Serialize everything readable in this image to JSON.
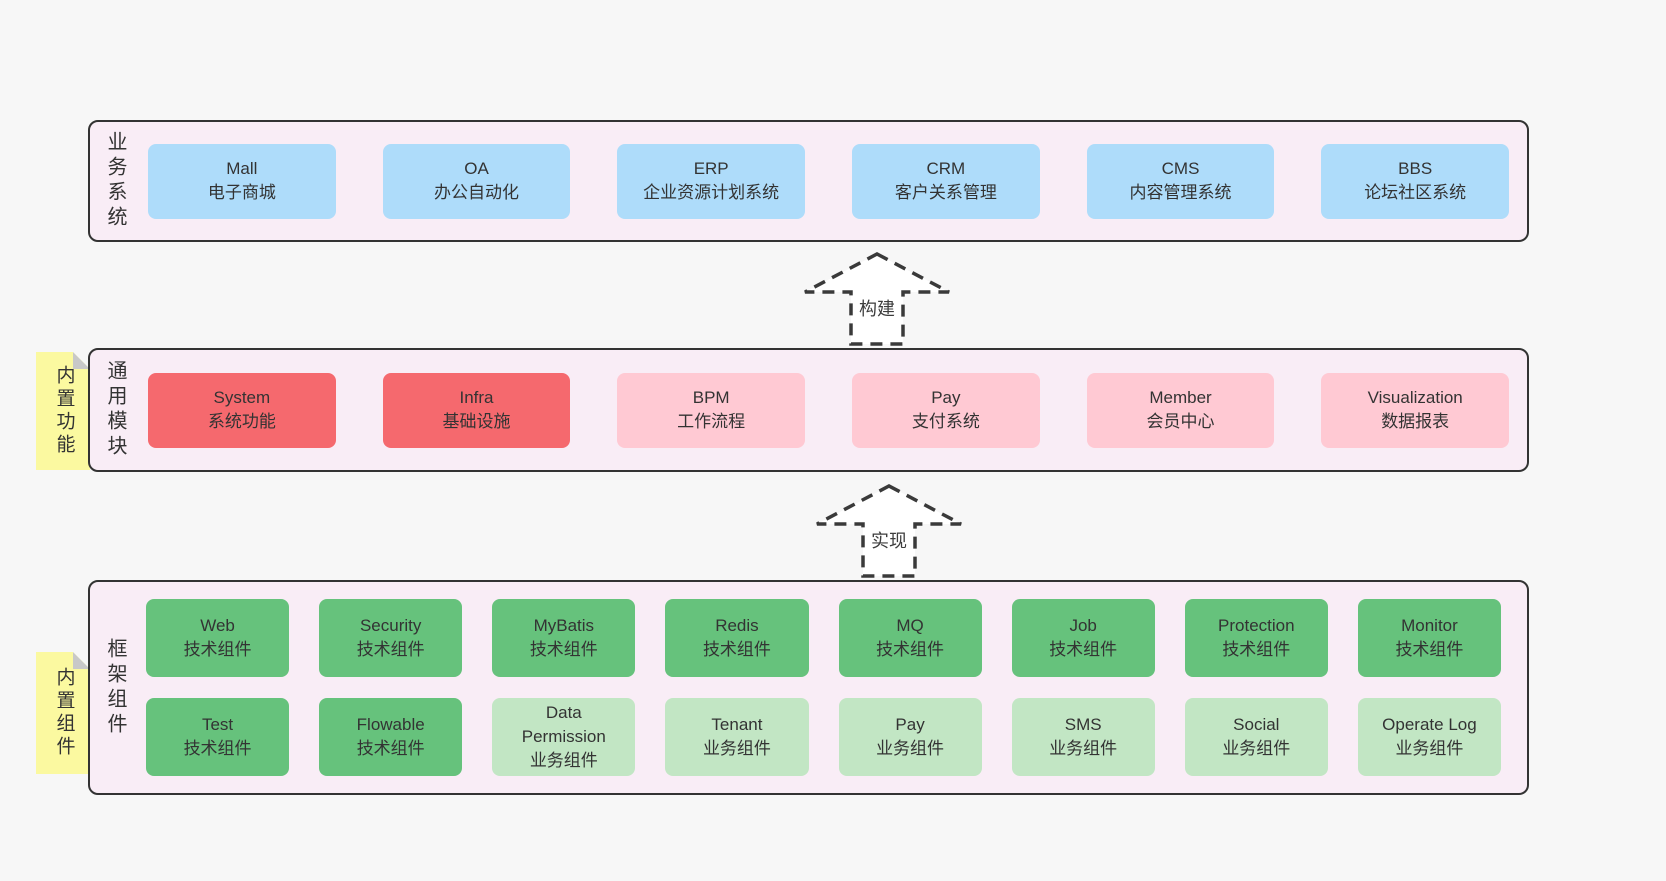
{
  "arrows": {
    "build": "构建",
    "implement": "实现"
  },
  "colors": {
    "page_bg": "#f7f7f7",
    "container_bg": "#f9edf6",
    "border": "#333333",
    "blue": "#aedcfa",
    "red": "#f5696e",
    "pink": "#ffc9d3",
    "green_dark": "#66c27c",
    "green_light": "#c2e6c4",
    "sticky": "#fbf9a0",
    "sticky_fold": "#c8c8c8",
    "text": "#333333"
  },
  "layers": {
    "business": {
      "label": "业务系统",
      "boxes": [
        {
          "en": "Mall",
          "zh": "电子商城"
        },
        {
          "en": "OA",
          "zh": "办公自动化"
        },
        {
          "en": "ERP",
          "zh": "企业资源计划系统"
        },
        {
          "en": "CRM",
          "zh": "客户关系管理"
        },
        {
          "en": "CMS",
          "zh": "内容管理系统"
        },
        {
          "en": "BBS",
          "zh": "论坛社区系统"
        }
      ]
    },
    "modules": {
      "label": "通用模块",
      "sticky": "内置功能",
      "boxes": [
        {
          "en": "System",
          "zh": "系统功能"
        },
        {
          "en": "Infra",
          "zh": "基础设施"
        },
        {
          "en": "BPM",
          "zh": "工作流程"
        },
        {
          "en": "Pay",
          "zh": "支付系统"
        },
        {
          "en": "Member",
          "zh": "会员中心"
        },
        {
          "en": "Visualization",
          "zh": "数据报表"
        }
      ]
    },
    "components": {
      "label": "框架组件",
      "sticky": "内置组件",
      "row1": [
        {
          "en": "Web",
          "zh": "技术组件"
        },
        {
          "en": "Security",
          "zh": "技术组件"
        },
        {
          "en": "MyBatis",
          "zh": "技术组件"
        },
        {
          "en": "Redis",
          "zh": "技术组件"
        },
        {
          "en": "MQ",
          "zh": "技术组件"
        },
        {
          "en": "Job",
          "zh": "技术组件"
        },
        {
          "en": "Protection",
          "zh": "技术组件"
        },
        {
          "en": "Monitor",
          "zh": "技术组件"
        }
      ],
      "row2": [
        {
          "en": "Test",
          "zh": "技术组件"
        },
        {
          "en": "Flowable",
          "zh": "技术组件"
        },
        {
          "en": "Data Permission",
          "zh": "业务组件"
        },
        {
          "en": "Tenant",
          "zh": "业务组件"
        },
        {
          "en": "Pay",
          "zh": "业务组件"
        },
        {
          "en": "SMS",
          "zh": "业务组件"
        },
        {
          "en": "Social",
          "zh": "业务组件"
        },
        {
          "en": "Operate Log",
          "zh": "业务组件"
        }
      ]
    }
  }
}
